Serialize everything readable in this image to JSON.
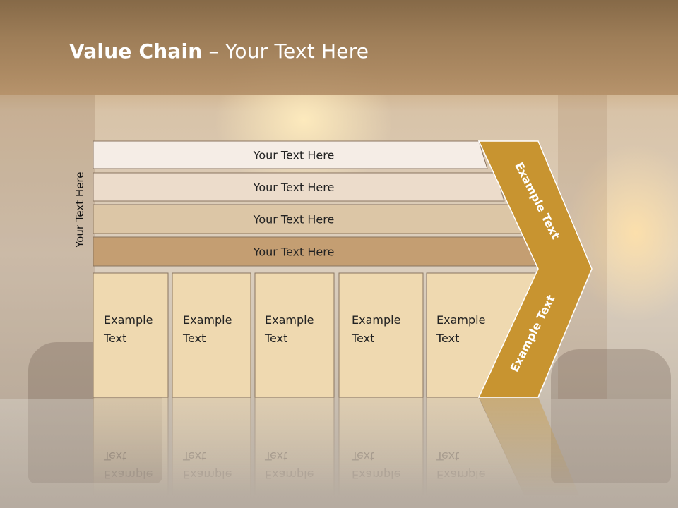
{
  "slide": {
    "title_bold": "Value Chain",
    "title_rest": " – Your Text Here",
    "vertical_label": "Your Text Here"
  },
  "bars": [
    {
      "label": "Your Text Here",
      "color": "#f5ede6"
    },
    {
      "label": "Your Text Here",
      "color": "#ecdccb"
    },
    {
      "label": "Your Text Here",
      "color": "#dcc6a6"
    },
    {
      "label": "Your Text Here",
      "color": "#c49e72"
    }
  ],
  "boxes": [
    {
      "line1": "Example",
      "line2": "Text"
    },
    {
      "line1": "Example",
      "line2": "Text"
    },
    {
      "line1": "Example",
      "line2": "Text"
    },
    {
      "line1": "Example",
      "line2": "Text"
    },
    {
      "line1": "Example",
      "line2": "Text"
    }
  ],
  "box_color": "#efd9b0",
  "chevron": {
    "color": "#c89430",
    "upper_text": "Example Text",
    "lower_text": "Example Text"
  }
}
